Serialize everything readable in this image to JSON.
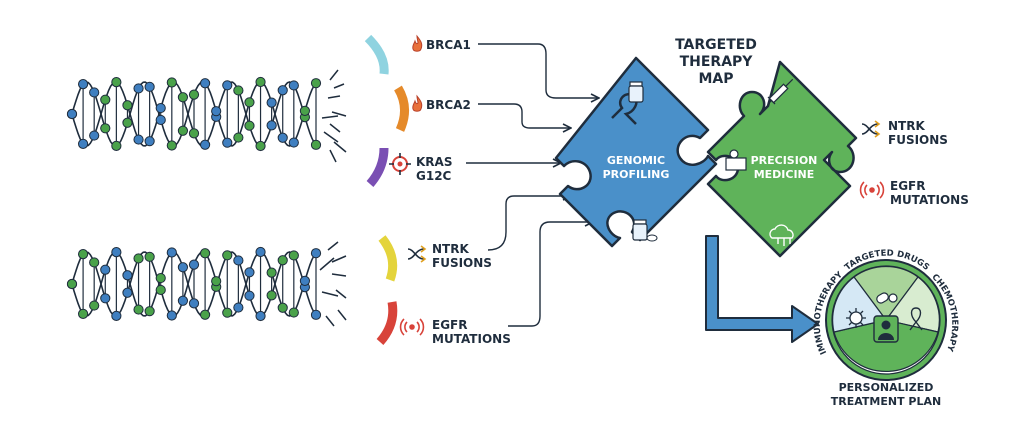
{
  "title": "TARGETED\nTHERAPY\nMAP",
  "mutations": [
    {
      "label": "BRCA1",
      "icon": "flame-icon",
      "color": "#8fd3e0"
    },
    {
      "label": "BRCA2",
      "icon": "flame-icon",
      "color": "#e58a2a"
    },
    {
      "label": "KRAS\nG12C",
      "icon": "target-icon",
      "color": "#7a4fb3"
    },
    {
      "label": "NTRK\nFUSIONS",
      "icon": "shuffle-icon",
      "color": "#e4d43c"
    },
    {
      "label": "EGFR\nMUTATIONS",
      "icon": "signal-icon",
      "color": "#d8433a"
    }
  ],
  "puzzle": {
    "left_label": "GENOMIC\nPROFILING",
    "left_color": "#4a90c9",
    "right_label": "PRECISION\nMEDICINE",
    "right_color": "#5fb35a"
  },
  "right_side": [
    {
      "label": "NTRK\nFUSIONS",
      "icon": "shuffle-icon"
    },
    {
      "label": "EGFR\nMUTATIONS",
      "icon": "signal-icon"
    }
  ],
  "plan": {
    "segments": [
      "TARGETED DRUGS",
      "CHEMOTHERAPY",
      "IMMUNOTHERAPY"
    ],
    "caption": "PERSONALIZED\nTREATMENT PLAN",
    "colors": [
      "#a9d49a",
      "#d8ecd0",
      "#d5e8f5",
      "#5fb35a"
    ]
  },
  "colors": {
    "ink": "#1f2d3d",
    "blue": "#4a90c9",
    "green": "#5fb35a",
    "dna_blue": "#3f7fc0",
    "dna_green": "#4aa24a"
  }
}
